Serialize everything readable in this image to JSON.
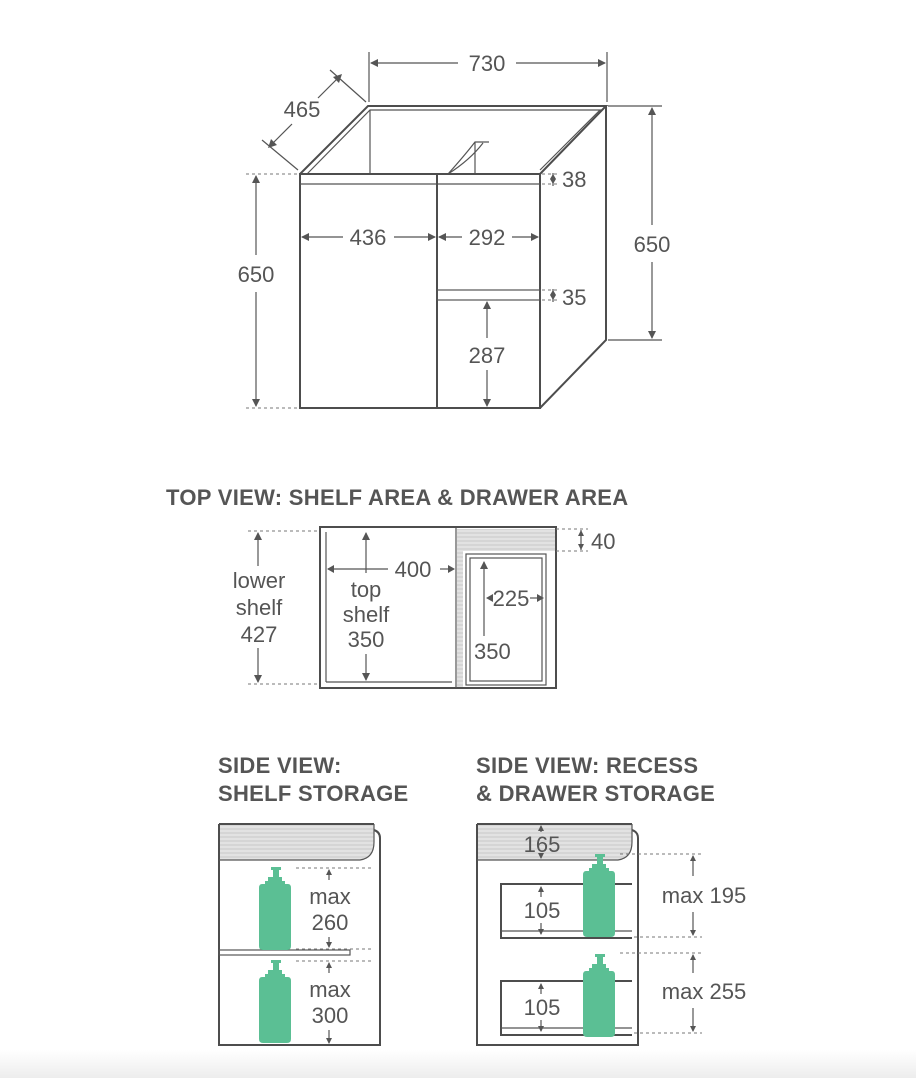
{
  "colors": {
    "line": "#4d4d4d",
    "text": "#555555",
    "bottle": "#5bbf94",
    "hatch": "#d6d6d6"
  },
  "cabinet": {
    "width": "730",
    "depth": "465",
    "height_left": "650",
    "height_right": "650",
    "door_width": "436",
    "drawer_width": "292",
    "top_rail": "38",
    "drawer_front": "35",
    "lower_drawer": "287"
  },
  "top_view": {
    "heading": "TOP VIEW: SHELF AREA & DRAWER AREA",
    "gap": "40",
    "shelf_width": "400",
    "lower_shelf": [
      "lower",
      "shelf",
      "427"
    ],
    "top_shelf": [
      "top",
      "shelf",
      "350"
    ],
    "drawer_width": "225",
    "drawer_depth": "350"
  },
  "side_shelf": {
    "heading": [
      "SIDE VIEW:",
      "SHELF STORAGE"
    ],
    "upper": [
      "max",
      "260"
    ],
    "lower": [
      "max",
      "300"
    ]
  },
  "side_recess": {
    "heading": [
      "SIDE VIEW: RECESS",
      "& DRAWER STORAGE"
    ],
    "recess": "165",
    "drawer1": "105",
    "drawer2": "105",
    "max1": "max 195",
    "max2": "max 255"
  }
}
